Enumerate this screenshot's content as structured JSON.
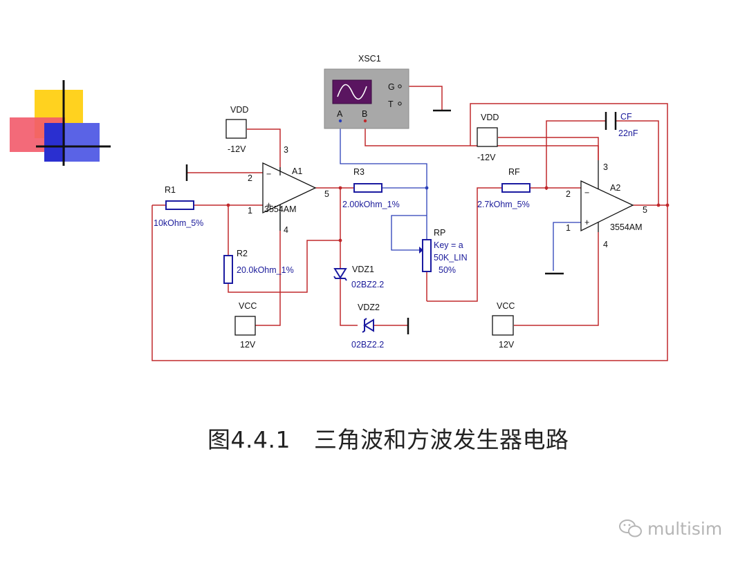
{
  "scope": {
    "name": "XSC1",
    "pin_g": "G",
    "pin_t": "T",
    "pin_a": "A",
    "pin_b": "B"
  },
  "supplies": {
    "vdd_left": {
      "name": "VDD",
      "value": "-12V"
    },
    "vcc_left": {
      "name": "VCC",
      "value": "12V"
    },
    "vdd_right": {
      "name": "VDD",
      "value": "-12V"
    },
    "vcc_right": {
      "name": "VCC",
      "value": "12V"
    }
  },
  "opamps": {
    "a1": {
      "name": "A1",
      "model": "3554AM",
      "pins": {
        "p1": "1",
        "p2": "2",
        "p3": "3",
        "p4": "4",
        "p5": "5"
      },
      "minus": "−",
      "plus": "+"
    },
    "a2": {
      "name": "A2",
      "model": "3554AM",
      "pins": {
        "p1": "1",
        "p2": "2",
        "p3": "3",
        "p4": "4",
        "p5": "5"
      },
      "minus": "−",
      "plus": "+"
    }
  },
  "components": {
    "r1": {
      "name": "R1",
      "value": "10kOhm_5%"
    },
    "r2": {
      "name": "R2",
      "value": "20.0kOhm_1%"
    },
    "r3": {
      "name": "R3",
      "value": "2.00kOhm_1%"
    },
    "rf": {
      "name": "RF",
      "value": "2.7kOhm_5%"
    },
    "cf": {
      "name": "CF",
      "value": "22nF"
    },
    "rp": {
      "name": "RP",
      "key": "Key = a",
      "value": "50K_LIN",
      "percent": "50%"
    },
    "vdz1": {
      "name": "VDZ1",
      "value": "02BZ2.2"
    },
    "vdz2": {
      "name": "VDZ2",
      "value": "02BZ2.2"
    }
  },
  "caption": {
    "figure": "图4.4.1",
    "title": "三角波和方波发生器电路"
  },
  "watermark": {
    "text": "multisim"
  },
  "colors": {
    "wire_red": "#c0282b",
    "wire_blue": "#2a3fb8",
    "component_blue": "#1a1aa0",
    "scope_gray": "#a8a8a8"
  }
}
